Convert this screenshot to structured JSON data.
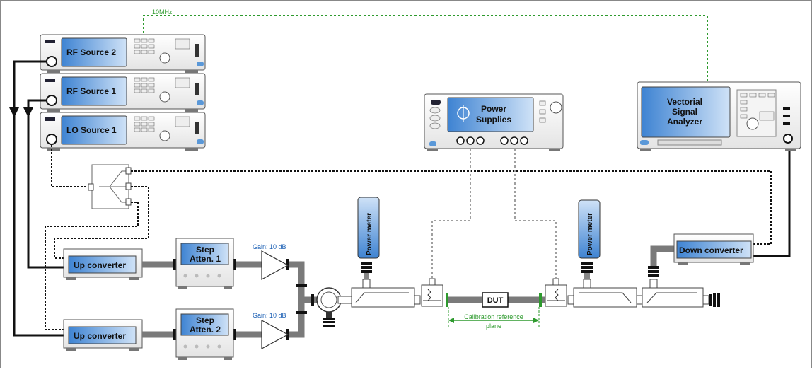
{
  "diagram": {
    "instruments": {
      "rf_source_2": "RF Source 2",
      "rf_source_1": "RF Source 1",
      "lo_source_1": "LO Source 1",
      "power_supplies": [
        "Power",
        "Supplies"
      ],
      "vsa": [
        "Vectorial",
        "Signal",
        "Analyzer"
      ]
    },
    "blocks": {
      "up_converter_1": "Up converter",
      "up_converter_2": "Up converter",
      "step_atten_1": [
        "Step",
        "Atten. 1"
      ],
      "step_atten_2": [
        "Step",
        "Atten. 2"
      ],
      "down_converter": "Down converter",
      "power_meter_1": "Power meter",
      "power_meter_2": "Power meter",
      "dut": "DUT"
    },
    "annotations": {
      "ref_clock": "10MHz",
      "gain_1": "Gain: 10 dB",
      "gain_2": "Gain: 10 dB",
      "calibration_plane": [
        "Calibration reference",
        "plane"
      ]
    },
    "colors": {
      "clock_line": "#2e9a2e",
      "calibration_marker": "#2e9a2e",
      "rf_cable": "#111111",
      "dc_line": "#a0a0a0",
      "waveguide": "#7a7a7a",
      "screen_blue": "#5a98d8"
    }
  }
}
